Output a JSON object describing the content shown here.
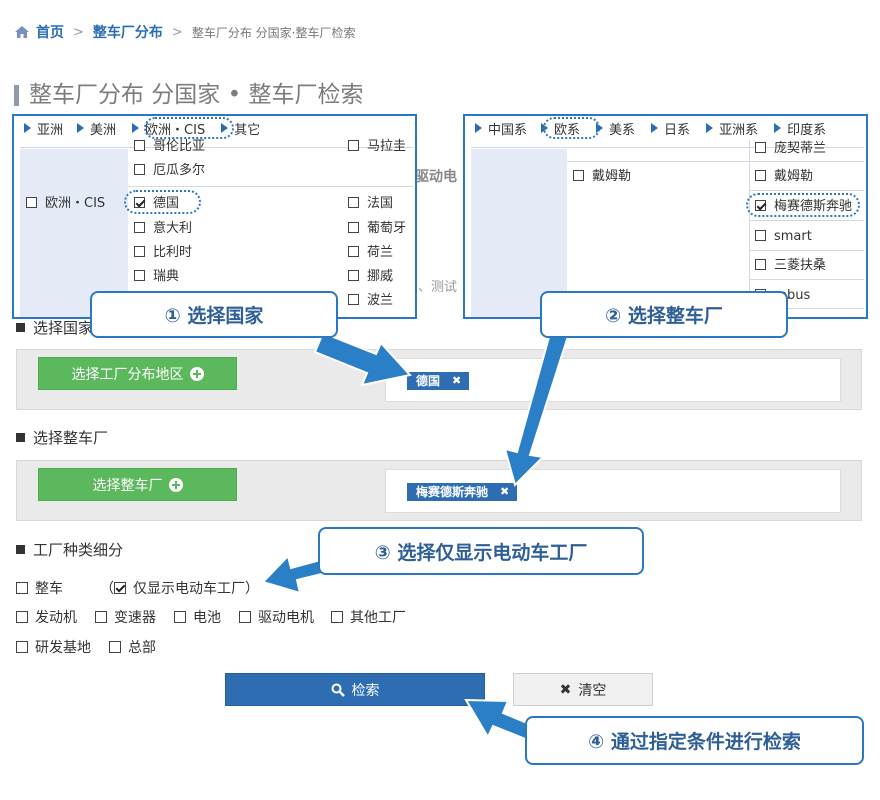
{
  "breadcrumb": {
    "home": "首页",
    "section": "整车厂分布",
    "current": "整车厂分布 分国家·整车厂检索"
  },
  "page_title": "整车厂分布 分国家 • 整车厂检索",
  "sections": {
    "country": {
      "heading": "选择国家",
      "button": "选择工厂分布地区",
      "selected_tag": "德国"
    },
    "maker": {
      "heading": "选择整车厂",
      "button": "选择整车厂",
      "selected_tag": "梅赛德斯奔驰"
    },
    "factory_type": {
      "heading": "工厂种类细分",
      "whole_vehicle": "整车",
      "ev_only_open": "（",
      "ev_only": "仅显示电动车工厂",
      "ev_only_close": "）",
      "row2": [
        "发动机",
        "变速器",
        "电池",
        "驱动电机",
        "其他工厂"
      ],
      "row3": [
        "研发基地",
        "总部"
      ]
    }
  },
  "actions": {
    "search": "检索",
    "clear": "清空"
  },
  "popup_country": {
    "tabs": [
      "亚洲",
      "美洲",
      "欧洲・CIS",
      "其它"
    ],
    "region": "欧洲・CIS",
    "top_partial": [
      "哥伦比亚",
      "马拉圭"
    ],
    "ecuador": "厄瓜多尔",
    "col1": [
      "德国",
      "意大利",
      "比利时",
      "瑞典"
    ],
    "col2": [
      "法国",
      "葡萄牙",
      "荷兰",
      "挪威",
      "波兰"
    ]
  },
  "popup_maker": {
    "tabs": [
      "中国系",
      "欧系",
      "美系",
      "日系",
      "亚洲系",
      "印度系"
    ],
    "group": "戴姆勒",
    "top_partial": "庞契蒂兰",
    "list": [
      "戴姆勒",
      "梅赛德斯奔驰",
      "smart",
      "三菱扶桑",
      "Setra / Orobus"
    ],
    "obscured_last": "robus"
  },
  "background_text": {
    "behind_popup": "驱动电",
    "behind_popup2": "、测试"
  },
  "callouts": {
    "c1": "① 选择国家",
    "c2": "② 选择整车厂",
    "c3": "③ 选择仅显示电动车工厂",
    "c4": "④ 通过指定条件进行检索"
  },
  "colors": {
    "accent": "#2a78c2",
    "green": "#5cb85c",
    "tag_blue": "#2f6db3"
  }
}
